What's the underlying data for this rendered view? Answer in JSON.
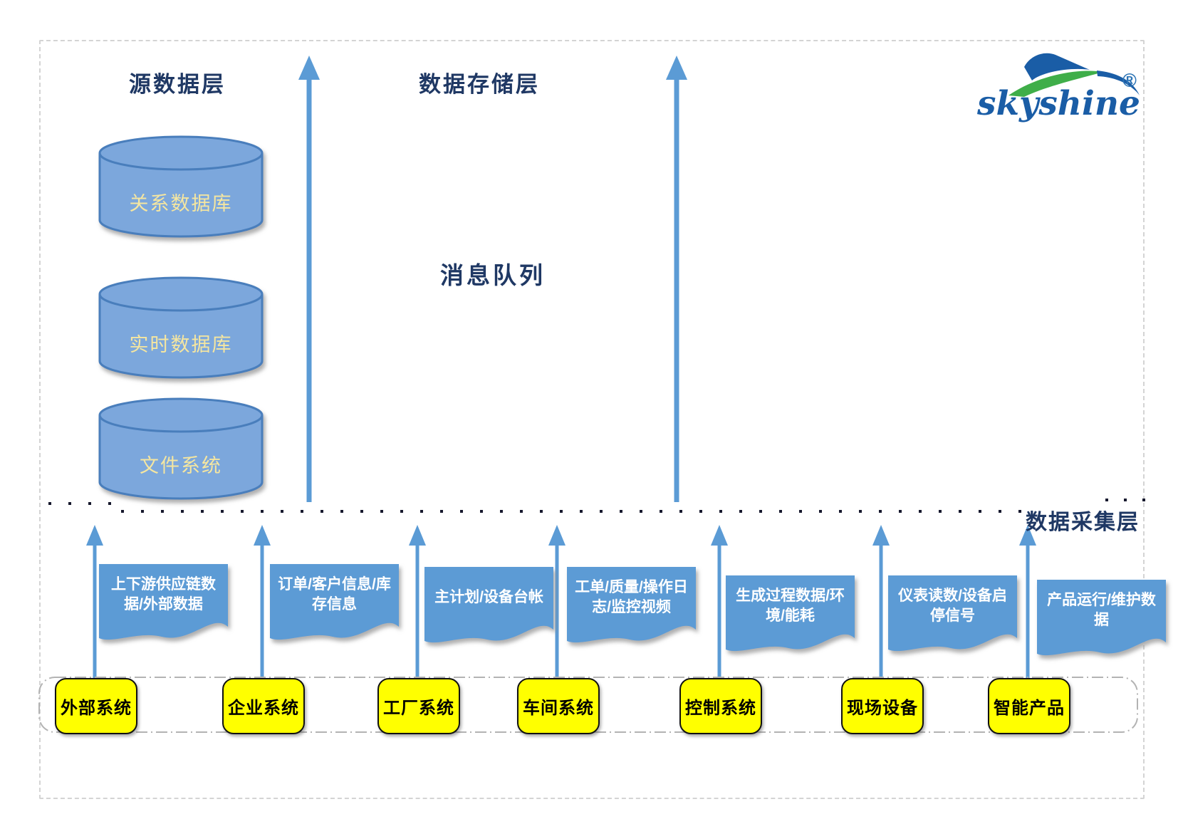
{
  "titles": {
    "source_layer": "源数据层",
    "storage_layer": "数据存储层",
    "message_queue": "消息队列",
    "collection_layer": "数据采集层"
  },
  "logo": {
    "text": "skyshine",
    "registered": "®"
  },
  "source_cylinders": [
    {
      "label": "关系数据库"
    },
    {
      "label": "实时数据库"
    },
    {
      "label": "文件系统"
    }
  ],
  "data_flags": [
    {
      "label": "上下游供应链数据/外部数据"
    },
    {
      "label": "订单/客户信息/库存信息"
    },
    {
      "label": "主计划/设备台帐"
    },
    {
      "label": "工单/质量/操作日志/监控视频"
    },
    {
      "label": "生成过程数据/环境/能耗"
    },
    {
      "label": "仪表读数/设备启停信号"
    },
    {
      "label": "产品运行/维护数据"
    }
  ],
  "systems": [
    {
      "label": "外部系统"
    },
    {
      "label": "企业系统"
    },
    {
      "label": "工厂系统"
    },
    {
      "label": "车间系统"
    },
    {
      "label": "控制系统"
    },
    {
      "label": "现场设备"
    },
    {
      "label": "智能产品"
    }
  ],
  "colors": {
    "accent_blue": "#5b9bd5",
    "cylinder_fill": "#7ba7dc",
    "cylinder_stroke": "#4a7ebc",
    "cylinder_text": "#f5e6a0",
    "title_navy": "#1f3864",
    "dot_color": "#17192e",
    "system_yellow": "#ffff00",
    "logo_blue": "#1a5da6",
    "logo_green": "#3fae49"
  }
}
